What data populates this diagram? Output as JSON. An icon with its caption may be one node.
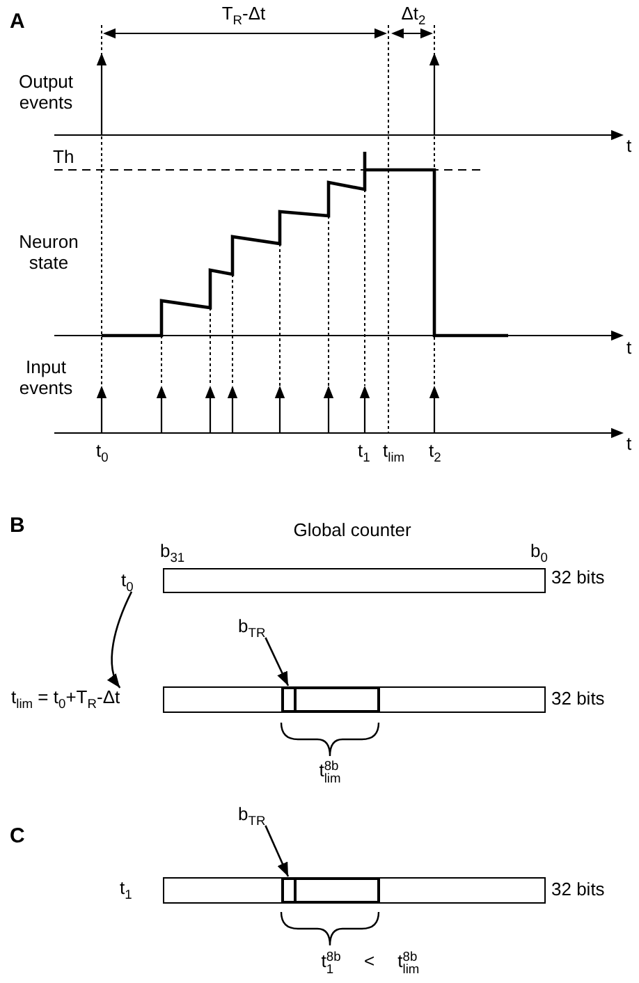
{
  "diagram": {
    "nodes": [
      {
        "text": [
          "t$_{0}$"
        ]
      },
      {
        "text": [],
        "shape": "bar"
      },
      {
        "text": [
          "b$_{TR}$"
        ]
      },
      {
        "text": [
          "t$_{lim}$ = t$_{0}$+T$_{R}$-Δt"
        ]
      },
      {
        "text": [],
        "shape": "bar"
      },
      {
        "text": [],
        "shape": "box",
        "in": 4
      },
      {
        "text": [],
        "shape": "box",
        "in": 5
      },
      {
        "text": [
          "b$_{TR}$"
        ]
      },
      {
        "text": [],
        "shape": "bar"
      },
      {
        "text": [],
        "shape": "box",
        "in": 8
      },
      {
        "text": [],
        "shape": "box",
        "in": 9
      }
    ],
    "edges": [
      {
        "from": 0,
        "to": 3,
        "arrow": "to"
      },
      {
        "from": 2,
        "to": 6,
        "arrow": "to"
      },
      {
        "from": 7,
        "to": 10,
        "arrow": "to"
      }
    ],
    "labels": [
      "A",
      "T$_{R}$-Δt",
      "Δt$_{2}$",
      "Output events",
      "t",
      "Th",
      "Neuron state",
      "t",
      "Input events",
      "t$_{0}$",
      "t$_{1}$",
      "t$_{lim}$",
      "t$_{2}$",
      "t",
      "B",
      "Global counter",
      "b$_{31}$",
      "b$_{0}$",
      "32 bits",
      "32 bits",
      "t$^{8b}$$_{lim}$",
      "C",
      "t$_{1}$",
      "32 bits",
      "t$^{8b}$$_{1}$ < t$^{8b}$$_{lim}$"
    ]
  }
}
